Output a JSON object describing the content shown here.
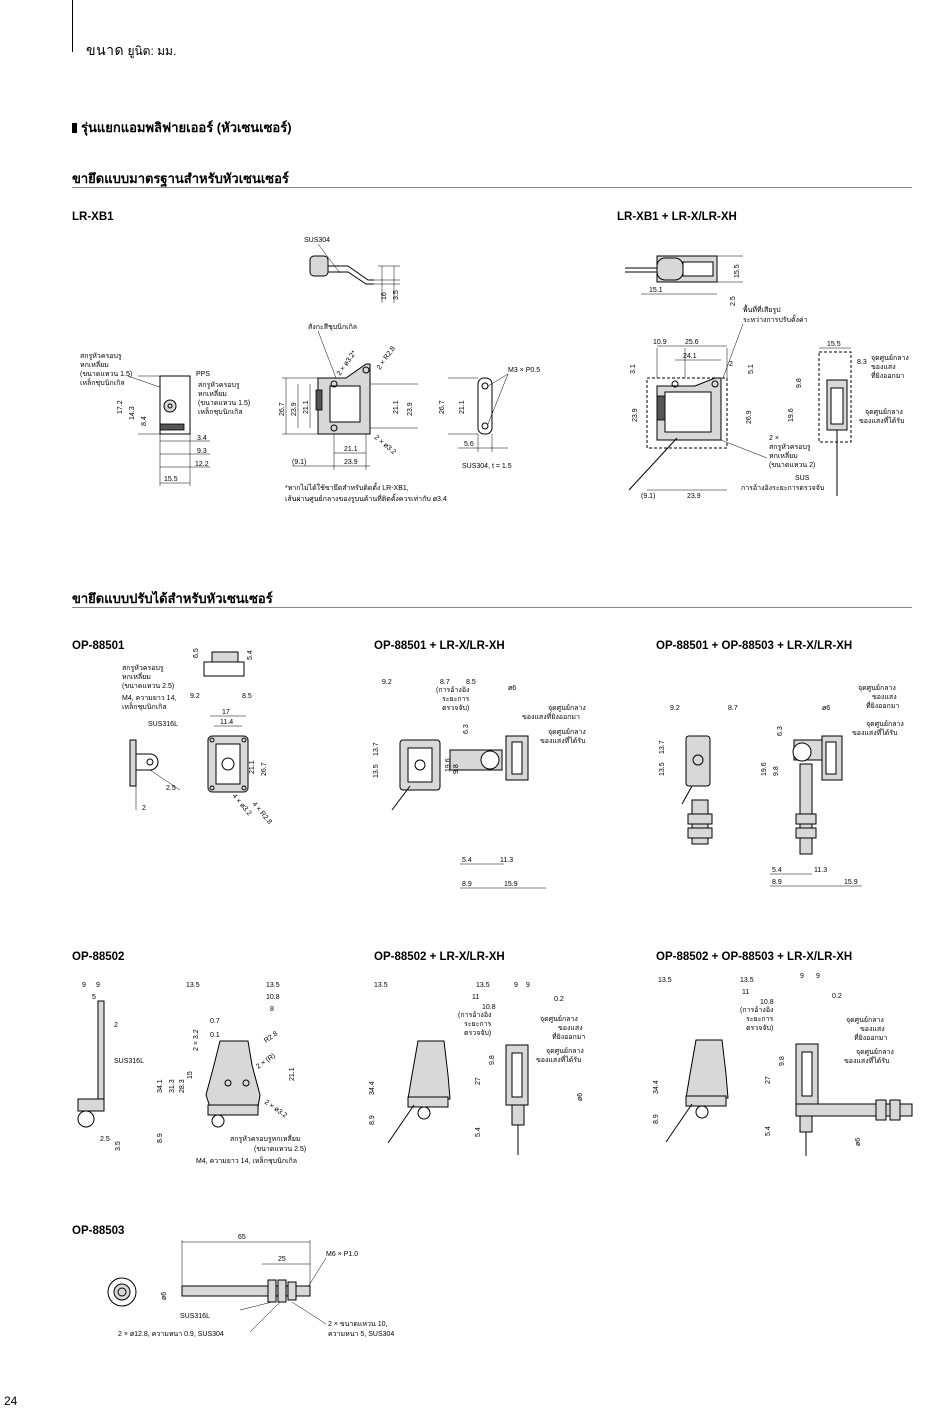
{
  "header": {
    "size_label": "ขนาด",
    "unit_label": "ยูนิต: มม."
  },
  "section": {
    "title": "รุ่นแยกแอมพลิฟายเออร์ (หัวเซนเซอร์)"
  },
  "group1": {
    "heading": "ขายึดแบบมาตรฐานสำหรับหัวเซนเซอร์",
    "lrxb1": {
      "title": "LR-XB1",
      "labels": {
        "sus304": "SUS304",
        "nickel_brass": "สังกะสีชุบนิกเกิล",
        "screw": "สกรูหัวครอบรู",
        "hex": "หกเหลี่ยม",
        "hex_size": "(ขนาดแหวน 1.5)",
        "nickel_steel": "เหล็กชุบนิกเกิล",
        "pps": "PPS",
        "m3": "M3 × P0.5",
        "sus304_t": "SUS304, t = 1.5",
        "note1": "*หากไม่ได้ใช้ขายึดสำหรับติดตั้ง LR-XB1,",
        "note2": "เส้นผ่านศูนย์กลางของรูบนด้านที่ติดตั้งควรเท่ากับ ø3.4"
      },
      "dims": {
        "d16": "16",
        "d35": "3.5",
        "d267": "26.7",
        "d239": "23.9",
        "d211": "21.1",
        "d172": "17.2",
        "d143": "14.3",
        "d84": "8.4",
        "d34": "3.4",
        "d93": "9.3",
        "d122": "12.2",
        "d155": "15.5",
        "d91": "(9.1)",
        "d56": "5.6",
        "hole1": "2 × ø3.2*",
        "r28": "2 × R2.8",
        "hole2": "2 × ø3.2"
      }
    },
    "lrxb1_combo": {
      "title": "LR-XB1 + LR-X/LR-XH",
      "labels": {
        "adjust_area": "พื้นที่ที่เสียรูป",
        "adjust_area2": "ระหว่างการปรับตั้งค่า",
        "emit_center": "จุดศูนย์กลาง",
        "emit_center2": "ของแสง",
        "emit_center3": "ที่ยิงออกมา",
        "recv_center": "จุดศูนย์กลาง",
        "recv_center2": "ของแสงที่ได้รับ",
        "screw2": "2 ×",
        "screw_a": "สกรูหัวครอบรู",
        "screw_b": "หกเหลี่ยม",
        "screw_c": "(ขนาดแหวน 2)",
        "sus": "SUS",
        "detect": "การอ้างอิงระยะการตรวจจับ"
      },
      "dims": {
        "d155": "15.5",
        "d25": "2.5",
        "d151": "15.1",
        "d109": "10.9",
        "d256": "25.6",
        "d241": "24.1",
        "d2": "2",
        "d51": "5.1",
        "d31": "3.1",
        "d239": "23.9",
        "d269": "26.9",
        "d155b": "15.5",
        "d83": "8.3",
        "d98": "9.8",
        "d196": "19.6",
        "d91": "(9.1)",
        "d239b": "23.9"
      }
    }
  },
  "group2": {
    "heading": "ขายึดแบบปรับได้สำหรับหัวเซนเซอร์",
    "op88501": {
      "title": "OP-88501",
      "labels": {
        "screw": "สกรูหัวครอบรู",
        "hex": "หกเหลี่ยม",
        "hex_size": "(ขนาดแหวน 2.5)",
        "m4": "M4, ความยาว 14,",
        "nickel_steel": "เหล็กชุบนิกเกิล",
        "sus316l": "SUS316L"
      },
      "dims": {
        "d65": "6.5",
        "d54": "5.4",
        "d92": "9.2",
        "d85": "8.5",
        "d17": "17",
        "d114": "11.4",
        "d211": "21.1",
        "d267": "26.7",
        "d25": "2.5",
        "d2": "2",
        "r28": "4 × R2.8",
        "hole": "4 × ø3.2"
      }
    },
    "op88501_combo": {
      "title": "OP-88501 + LR-X/LR-XH",
      "labels": {
        "ref": "(การอ้างอิง",
        "ref2": "ระยะการ",
        "ref3": "ตรวจจับ)",
        "emit": "จุดศูนย์กลาง",
        "emit2": "ของแสงที่ยิงออกมา",
        "recv": "จุดศูนย์กลาง",
        "recv2": "ของแสงที่ได้รับ"
      },
      "dims": {
        "d92": "9.2",
        "d87": "8.7",
        "d85": "8.5",
        "d6": "ø6",
        "d137": "13.7",
        "d135": "13.5",
        "d63": "6.3",
        "d196": "19.6",
        "d98": "9.8",
        "d54": "5.4",
        "d113": "11.3",
        "d89": "8.9",
        "d159": "15.9"
      }
    },
    "op88501_88503_combo": {
      "title": "OP-88501 + OP-88503 + LR-X/LR-XH",
      "labels": {
        "emit": "จุดศูนย์กลาง",
        "emit2": "ของแสง",
        "emit3": "ที่ยิงออกมา",
        "recv": "จุดศูนย์กลาง",
        "recv2": "ของแสงที่ได้รับ"
      },
      "dims": {
        "d92": "9.2",
        "d87": "8.7",
        "d6": "ø6",
        "d137": "13.7",
        "d135": "13.5",
        "d63": "6.3",
        "d196": "19.6",
        "d98": "9.8",
        "d54": "5.4",
        "d113": "11.3",
        "d89": "8.9",
        "d159": "15.9"
      }
    },
    "op88502": {
      "title": "OP-88502",
      "labels": {
        "sus316l": "SUS316L",
        "screw": "สกรูหัวครอบรูหกเหลี่ยม",
        "hex_size": "(ขนาดแหวน 2.5)",
        "m4": "M4, ความยาว 14, เหล็กชุบนิกเกิล"
      },
      "dims": {
        "d9a": "9",
        "d9b": "9",
        "d5": "5",
        "d2": "2",
        "d25": "2.5",
        "d35": "3.5",
        "d135a": "13.5",
        "d135b": "13.5",
        "d108": "10.8",
        "d8": "8",
        "d07": "0.7",
        "d01": "0.1",
        "h32": "2 × 3.2",
        "r28": "R2.8",
        "rr": "2 × (R)",
        "d211": "21.1",
        "d15": "15",
        "d341": "34.1",
        "d313": "31.3",
        "d283": "28.3",
        "d89": "8.9",
        "hole": "2 × ø3.2"
      }
    },
    "op88502_combo": {
      "title": "OP-88502 + LR-X/LR-XH",
      "labels": {
        "ref": "(การอ้างอิง",
        "ref2": "ระยะการ",
        "ref3": "ตรวจจับ)",
        "emit": "จุดศูนย์กลาง",
        "emit2": "ของแสง",
        "emit3": "ที่ยิงออกมา",
        "recv": "จุดศูนย์กลาง",
        "recv2": "ของแสงที่ได้รับ"
      },
      "dims": {
        "d135a": "13.5",
        "d135b": "13.5",
        "d9a": "9",
        "d9b": "9",
        "d11": "11",
        "d108": "10.8",
        "d02": "0.2",
        "d344": "34.4",
        "d27": "27",
        "d98": "9.8",
        "d6": "ø6",
        "d89": "8.9",
        "d54": "5.4"
      }
    },
    "op88502_88503_combo": {
      "title": "OP-88502 + OP-88503 + LR-X/LR-XH",
      "labels": {
        "ref": "(การอ้างอิง",
        "ref2": "ระยะการ",
        "ref3": "ตรวจจับ)",
        "emit": "จุดศูนย์กลาง",
        "emit2": "ของแสง",
        "emit3": "ที่ยิงออกมา",
        "recv": "จุดศูนย์กลาง",
        "recv2": "ของแสงที่ได้รับ"
      },
      "dims": {
        "d135a": "13.5",
        "d135b": "13.5",
        "d9a": "9",
        "d9b": "9",
        "d11": "11",
        "d108": "10.8",
        "d02": "0.2",
        "d344": "34.4",
        "d27": "27",
        "d98": "9.8",
        "d89": "8.9",
        "d54": "5.4",
        "d6": "ø6"
      }
    },
    "op88503": {
      "title": "OP-88503",
      "labels": {
        "sus316l": "SUS316L",
        "washer": "2 × ø12.8, ความหนา 0.9, SUS304",
        "nut": "2 × ขนาดแหวน 10,",
        "nut2": "ความหนา 5, SUS304",
        "m6": "M6 × P1.0"
      },
      "dims": {
        "d65": "65",
        "d25": "25",
        "d6": "ø6"
      }
    }
  },
  "page": {
    "number": "24"
  }
}
